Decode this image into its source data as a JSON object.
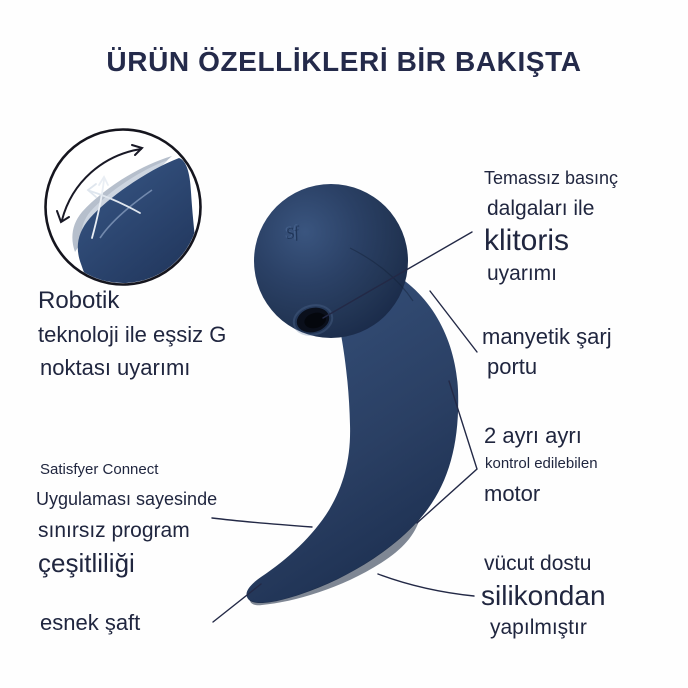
{
  "title": "ÜRÜN ÖZELLİKLERİ BİR BAKIŞTA",
  "device_logo": "Sf",
  "colors": {
    "background": "#fefefe",
    "text": "#20263f",
    "title_text": "#242a4a",
    "callout_line": "#232946",
    "device_navy": "#2b4166",
    "device_navy_dark": "#1d3051",
    "device_navy_light": "#3a557f",
    "circle_outline": "#15151e",
    "ghost_gray": "#b6bfcc"
  },
  "annotations": {
    "robotik": {
      "line1": "Robotik",
      "line2": "teknoloji ile eşsiz G",
      "line3": "noktası uyarımı"
    },
    "klitoris": {
      "line1": "Temassız basınç",
      "line2": "dalgaları ile",
      "line3": "klitoris",
      "line4": "uyarımı"
    },
    "sarj": {
      "line1": "manyetik şarj",
      "line2": "portu"
    },
    "motor": {
      "line1": "2 ayrı ayrı",
      "line2": "kontrol edilebilen",
      "line3": "motor"
    },
    "silikon": {
      "line1": "vücut dostu",
      "line2": "silikondan",
      "line3": "yapılmıştır"
    },
    "app": {
      "line1": "Satisfyer Connect",
      "line2": "Uygulaması sayesinde",
      "line3": "sınırsız program",
      "line4": "çeşitliliği"
    },
    "saft": {
      "line1": "esnek şaft"
    }
  }
}
